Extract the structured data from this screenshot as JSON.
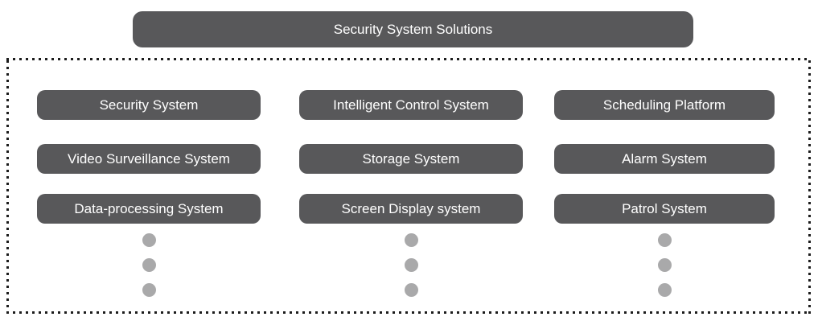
{
  "header": {
    "title": "Security System Solutions"
  },
  "colors": {
    "box_background": "#58585a",
    "box_text": "#ffffff",
    "ellipsis_dot": "#a9a9aa",
    "panel_border_dot": "#1c1c1c"
  },
  "columns": [
    {
      "items": [
        "Security System",
        "Video Surveillance System",
        "Data-processing System"
      ]
    },
    {
      "items": [
        "Intelligent Control System",
        "Storage System",
        "Screen Display system"
      ]
    },
    {
      "items": [
        "Scheduling Platform",
        "Alarm System",
        "Patrol System"
      ]
    }
  ]
}
